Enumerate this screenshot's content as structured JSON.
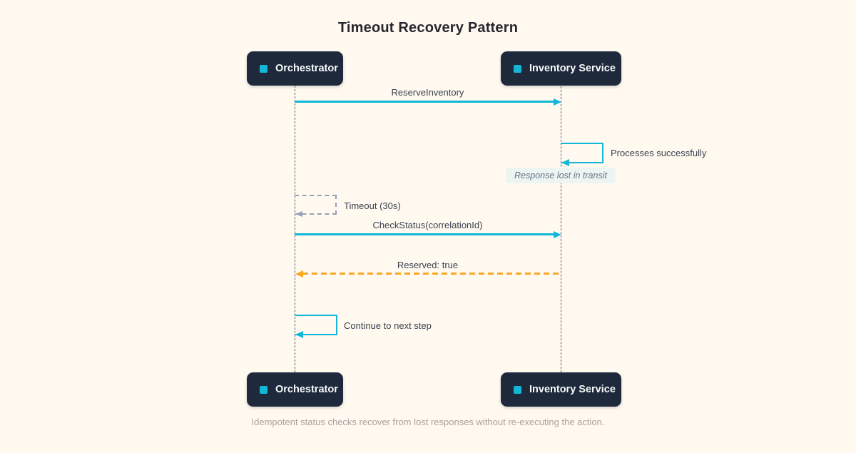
{
  "title": "Timeout Recovery Pattern",
  "caption": "Idempotent status checks recover from lost responses without re-executing the action.",
  "actors": {
    "orchestrator": "Orchestrator",
    "inventory_service": "Inventory Service"
  },
  "messages": {
    "reserve_inventory": "ReserveInventory",
    "processes_successfully": "Processes successfully",
    "response_lost_note": "Response lost in transit",
    "timeout": "Timeout (30s)",
    "check_status": "CheckStatus(correlationId)",
    "reserved_true": "Reserved: true",
    "continue_next": "Continue to next step"
  },
  "icons": {
    "actor_marker": "actor-marker-square-icon"
  },
  "colors": {
    "background": "#FFF9F0",
    "actor_bg": "#1E2A3B",
    "actor_text": "#F8FAFC",
    "accent_cyan": "#12B7D8",
    "accent_orange": "#F9A825",
    "gray_dashed": "#94A3B8",
    "lifeline": "#555F6E",
    "label_text": "#3A424E",
    "note_bg": "#EDF5F2",
    "note_text": "#64748B",
    "caption_text": "#A8A29E",
    "title_text": "#26272E"
  }
}
